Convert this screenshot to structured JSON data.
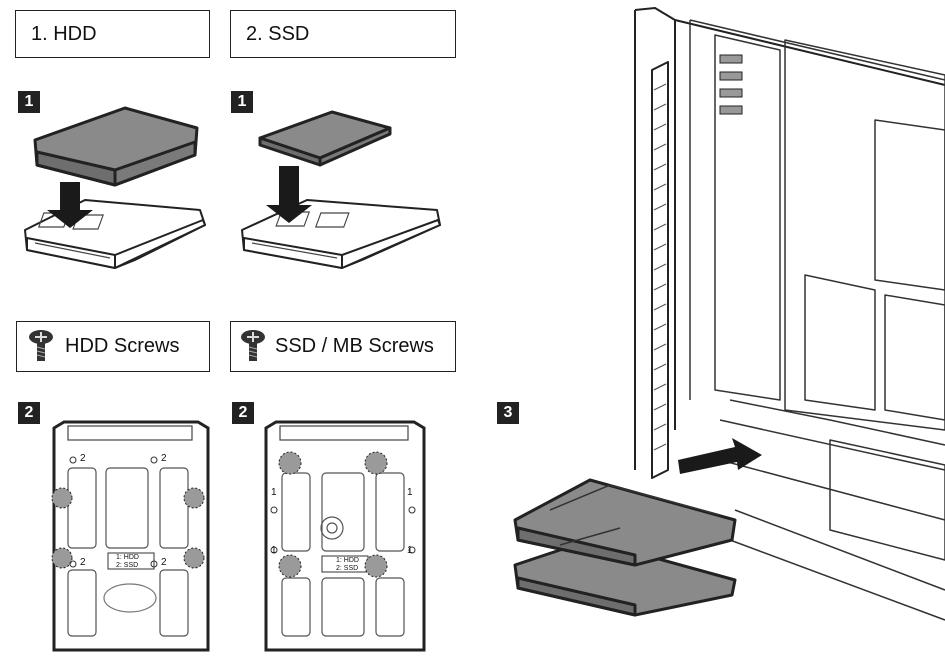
{
  "labels": {
    "hdd_title": "1. HDD",
    "ssd_title": "2. SSD",
    "hdd_screws": "HDD Screws",
    "ssd_screws": "SSD / MB Screws"
  },
  "steps": {
    "one": "1",
    "two": "2",
    "three": "3"
  },
  "tray": {
    "hole_top": "2",
    "hole_side": "1",
    "tag_line1": "1: HDD",
    "tag_line2": "2: SSD"
  },
  "colors": {
    "drive_fill": "#8a8a8a",
    "screw_highlight": "#9a9a9a",
    "outline": "#222222"
  }
}
